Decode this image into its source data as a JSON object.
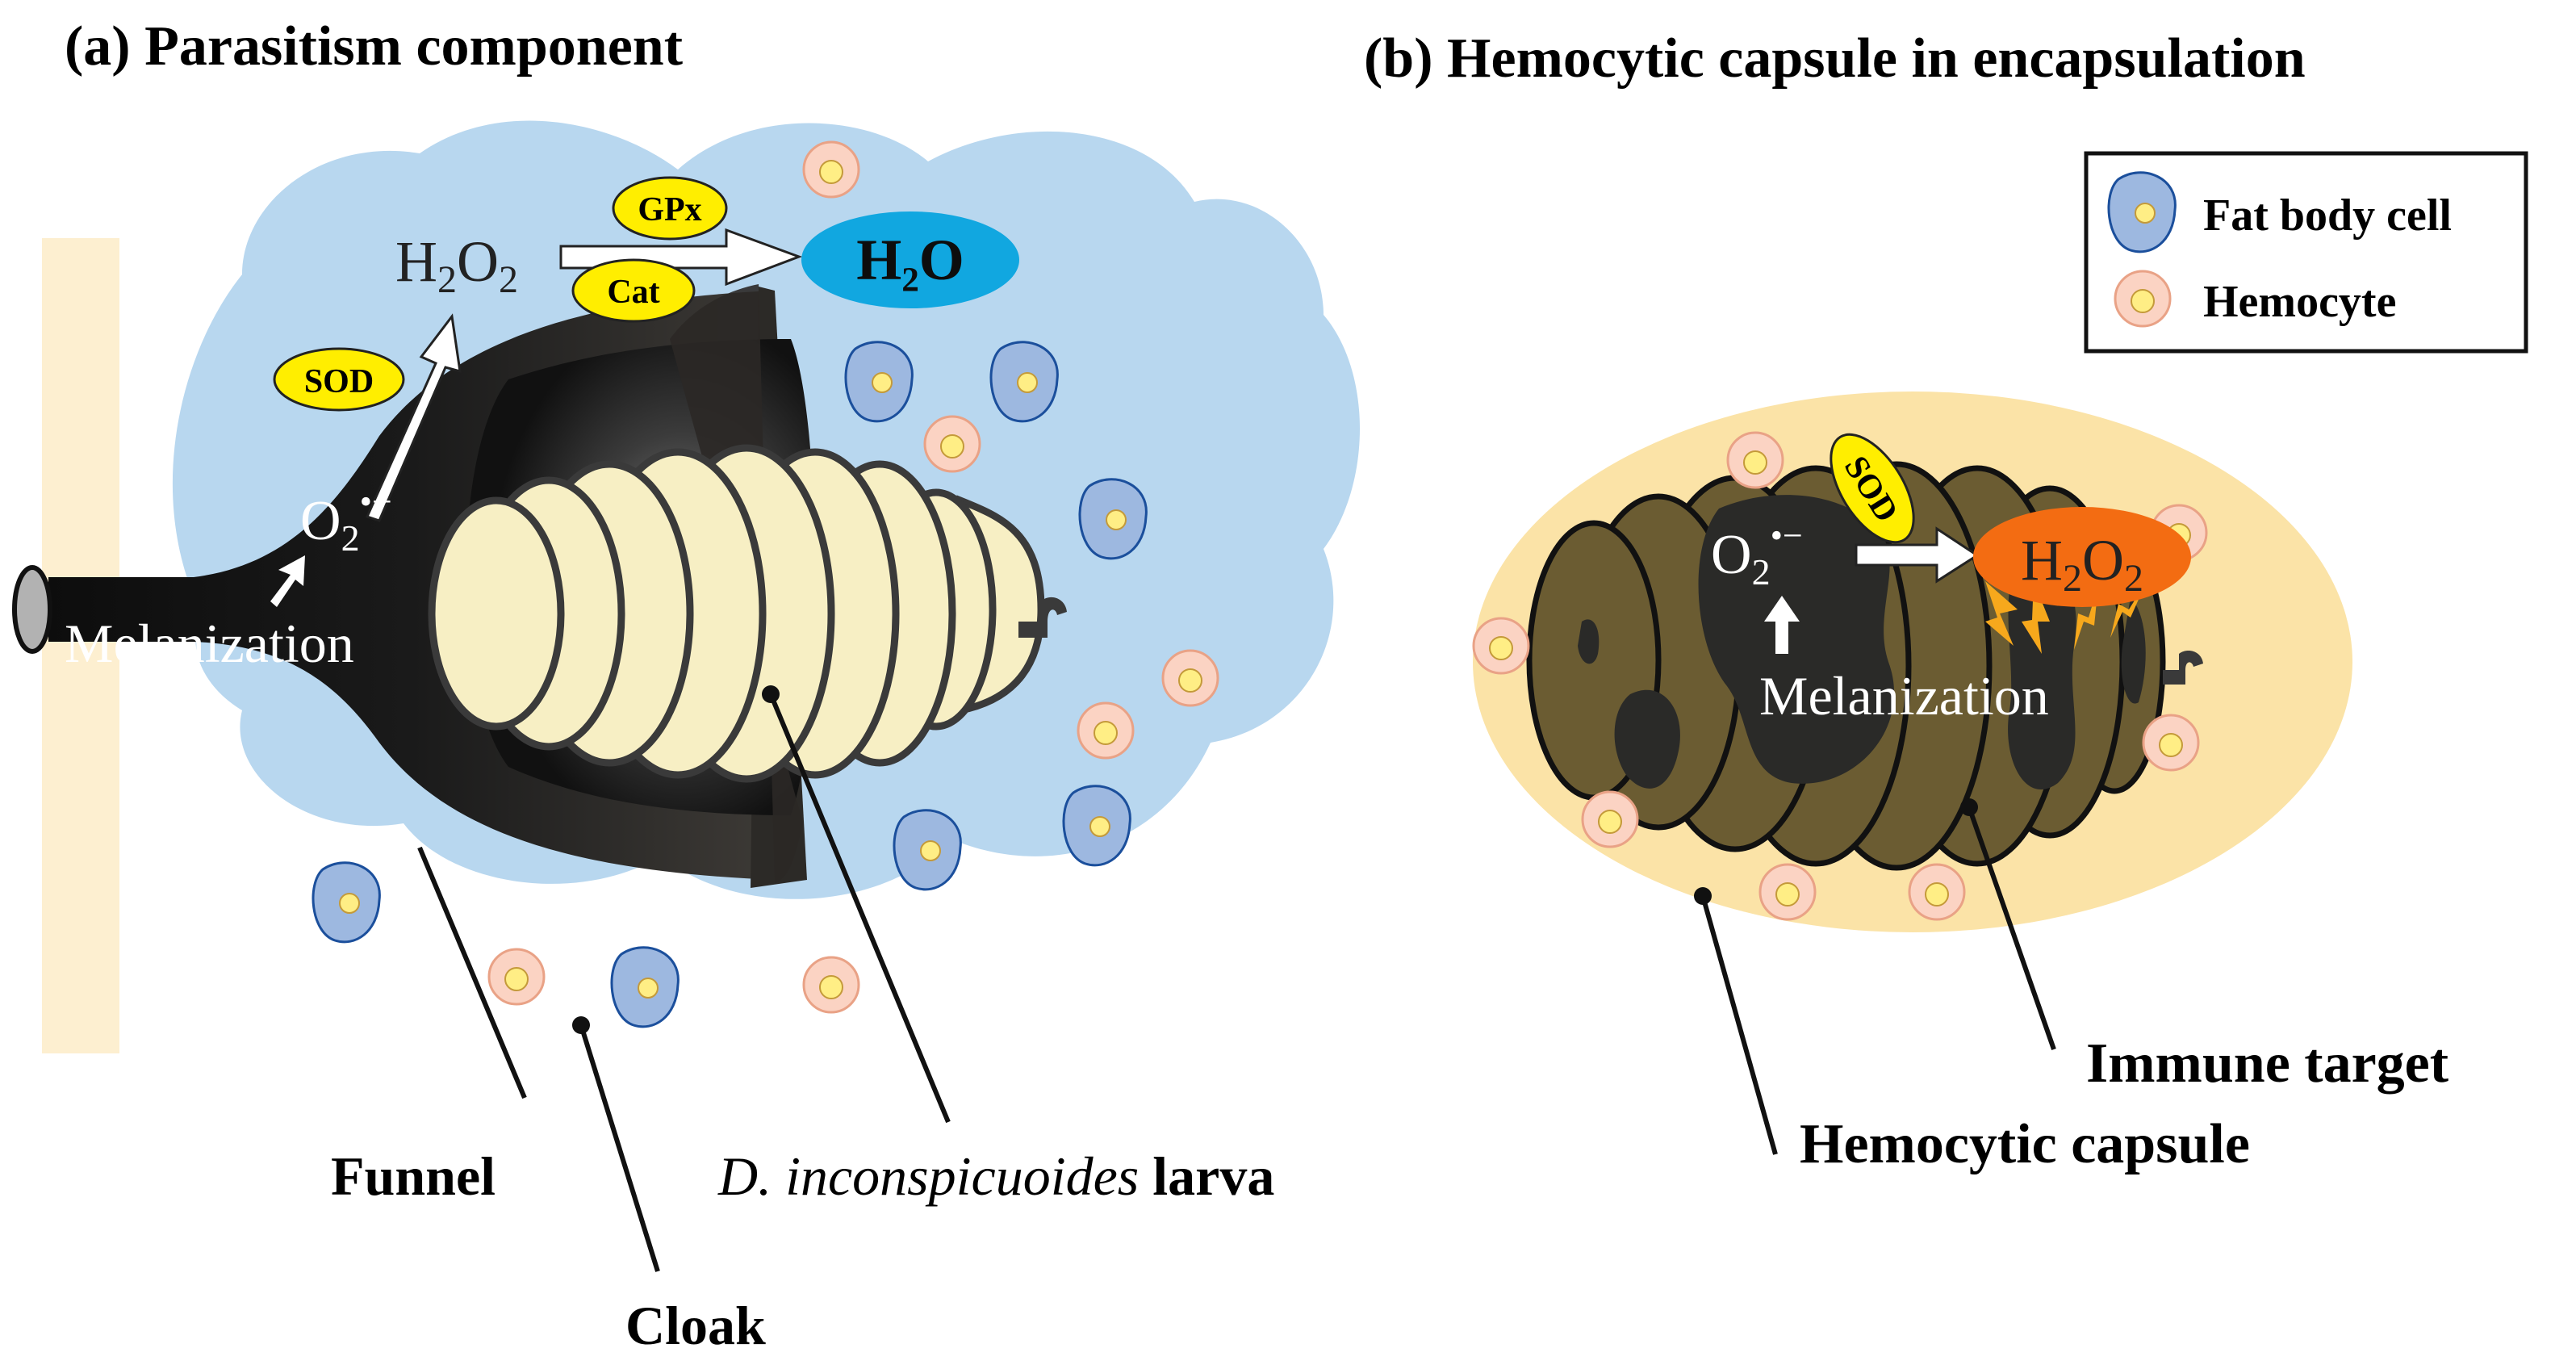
{
  "panel_a": {
    "title": "(a) Parasitism component",
    "enzymes": {
      "gpx": "GPx",
      "cat": "Cat",
      "sod": "SOD"
    },
    "species": {
      "h2o2_main": "H",
      "h2o2_sub1": "2",
      "h2o2_mid": "O",
      "h2o2_sub2": "2",
      "h2o": "H₂O",
      "o2_main": "O",
      "o2_sub": "2",
      "o2_charge": "•−"
    },
    "process": "Melanization",
    "labels": {
      "funnel": "Funnel",
      "cloak": "Cloak",
      "larva_italic": "D. inconspicuoides",
      "larva_rest": " larva"
    }
  },
  "panel_b": {
    "title": "(b) Hemocytic capsule in encapsulation",
    "legend": {
      "fat_body_cell": "Fat body cell",
      "hemocyte": "Hemocyte"
    },
    "enzymes": {
      "sod": "SOD"
    },
    "species": {
      "o2_main": "O",
      "o2_sub": "2",
      "o2_charge": "•−",
      "h2o2_main": "H",
      "h2o2_sub1": "2",
      "h2o2_mid": "O",
      "h2o2_sub2": "2"
    },
    "process": "Melanization",
    "labels": {
      "immune_target": "Immune target",
      "hemocytic_capsule": "Hemocytic capsule"
    }
  },
  "colors": {
    "hemolymph": "#b8d7ef",
    "fat_body_cell": "#9db8e0",
    "cell_outline": "#1b4f9c",
    "hemocyte_ring": "#fbd3c3",
    "nucleus": "#ffee85",
    "enzyme_yellow": "#ffee00",
    "h2o_blue": "#11a7e0",
    "h2o2_orange": "#f36c12",
    "larva": "#f7efc4",
    "capsule_bg": "#fbe3a7",
    "capsule_segments": "#6b5c32",
    "melanin": "#2a2a28",
    "tissue_strip": "#fdefd0"
  }
}
